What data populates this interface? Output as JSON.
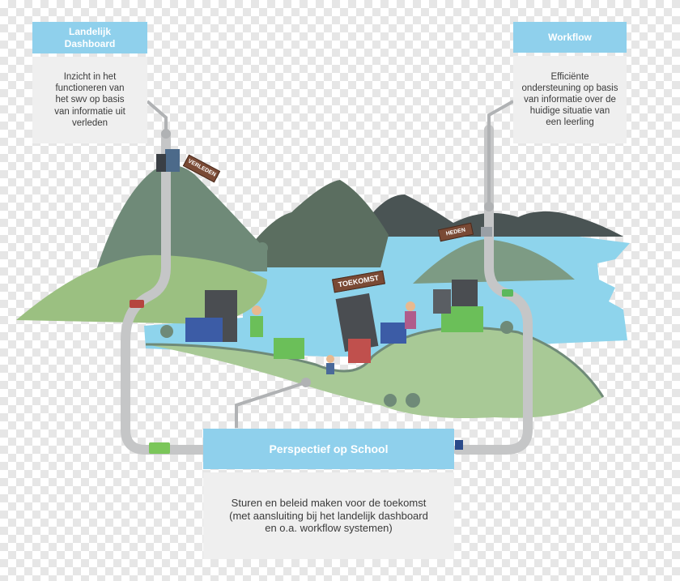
{
  "boxes": {
    "landelijk_dashboard": {
      "title": "Landelijk Dashboard",
      "body": "Inzicht in het functioneren van het swv op basis van informatie uit verleden"
    },
    "workflow": {
      "title": "Workflow",
      "body": "Efficiënte ondersteuning op basis van informatie over de huidige situatie van een leerling"
    },
    "perspectief": {
      "title": "Perspectief op School",
      "body": "Sturen en beleid maken voor de toekomst (met aansluiting bij het landelijk dashboard en o.a. workflow systemen)"
    }
  },
  "signs": {
    "verleden": "VERLEDEN",
    "heden": "HEDEN",
    "toekomst": "TOEKOMST"
  },
  "colors": {
    "title_bg": "#8fd0ec",
    "body_bg": "#efefef",
    "water": "#8ed4ec",
    "hill_dark": "#6f8a78",
    "hill_green": "#9bc081",
    "road": "#c5c6c7",
    "sign": "#7a4a35"
  }
}
